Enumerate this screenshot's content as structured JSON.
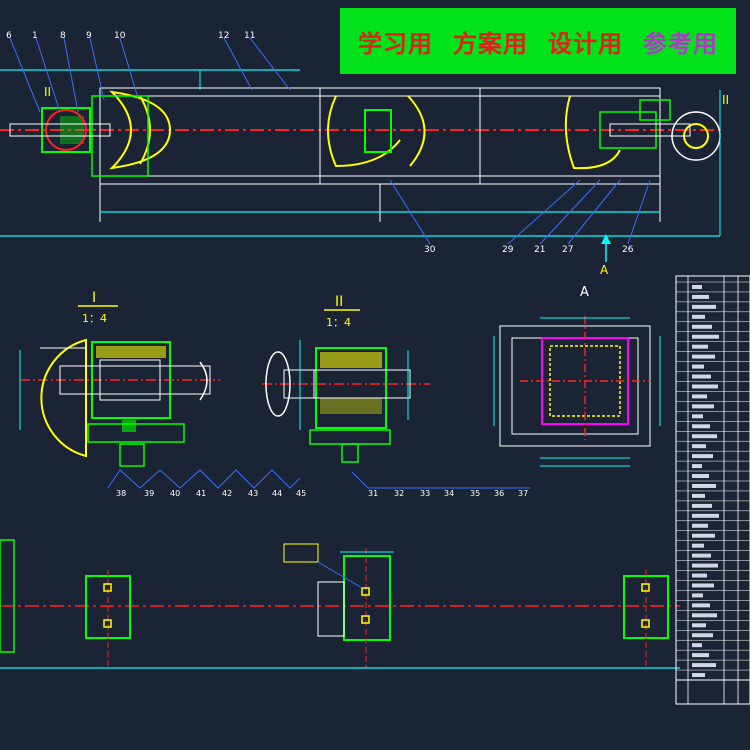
{
  "watermark": {
    "items": [
      "学习用",
      "方案用",
      "设计用",
      "参考用"
    ],
    "colors": [
      "#e0211e",
      "#e0211e",
      "#e0211e",
      "#b03ac6"
    ]
  },
  "colors": {
    "background": "#1b2434",
    "outline_white": "#ffffff",
    "geometry_green": "#00ff00",
    "hatch_yellow": "#ffff00",
    "centerline_red": "#ff2020",
    "dimension_cyan": "#00ffff",
    "leader_blue": "#3a6bff",
    "magenta": "#ff00ff",
    "watermark_bg": "#00e21a"
  },
  "top_view": {
    "balloons_top": [
      "6",
      "1",
      "8",
      "9",
      "10",
      "12",
      "11"
    ],
    "balloons_bottom": [
      "30",
      "29",
      "21",
      "27",
      "26"
    ],
    "section_mark_left": "II",
    "section_mark_right": "II",
    "view_mark": "A"
  },
  "detail_i": {
    "title": "I",
    "scale": "1：4",
    "balloons": [
      "38",
      "39",
      "40",
      "41",
      "42",
      "43",
      "44",
      "45"
    ]
  },
  "detail_ii": {
    "title": "II",
    "scale": "1：4",
    "balloons": [
      "31",
      "32",
      "33",
      "34",
      "35",
      "36",
      "37"
    ]
  },
  "view_a": {
    "title": "A"
  },
  "parts_list": {
    "rows": 40
  }
}
